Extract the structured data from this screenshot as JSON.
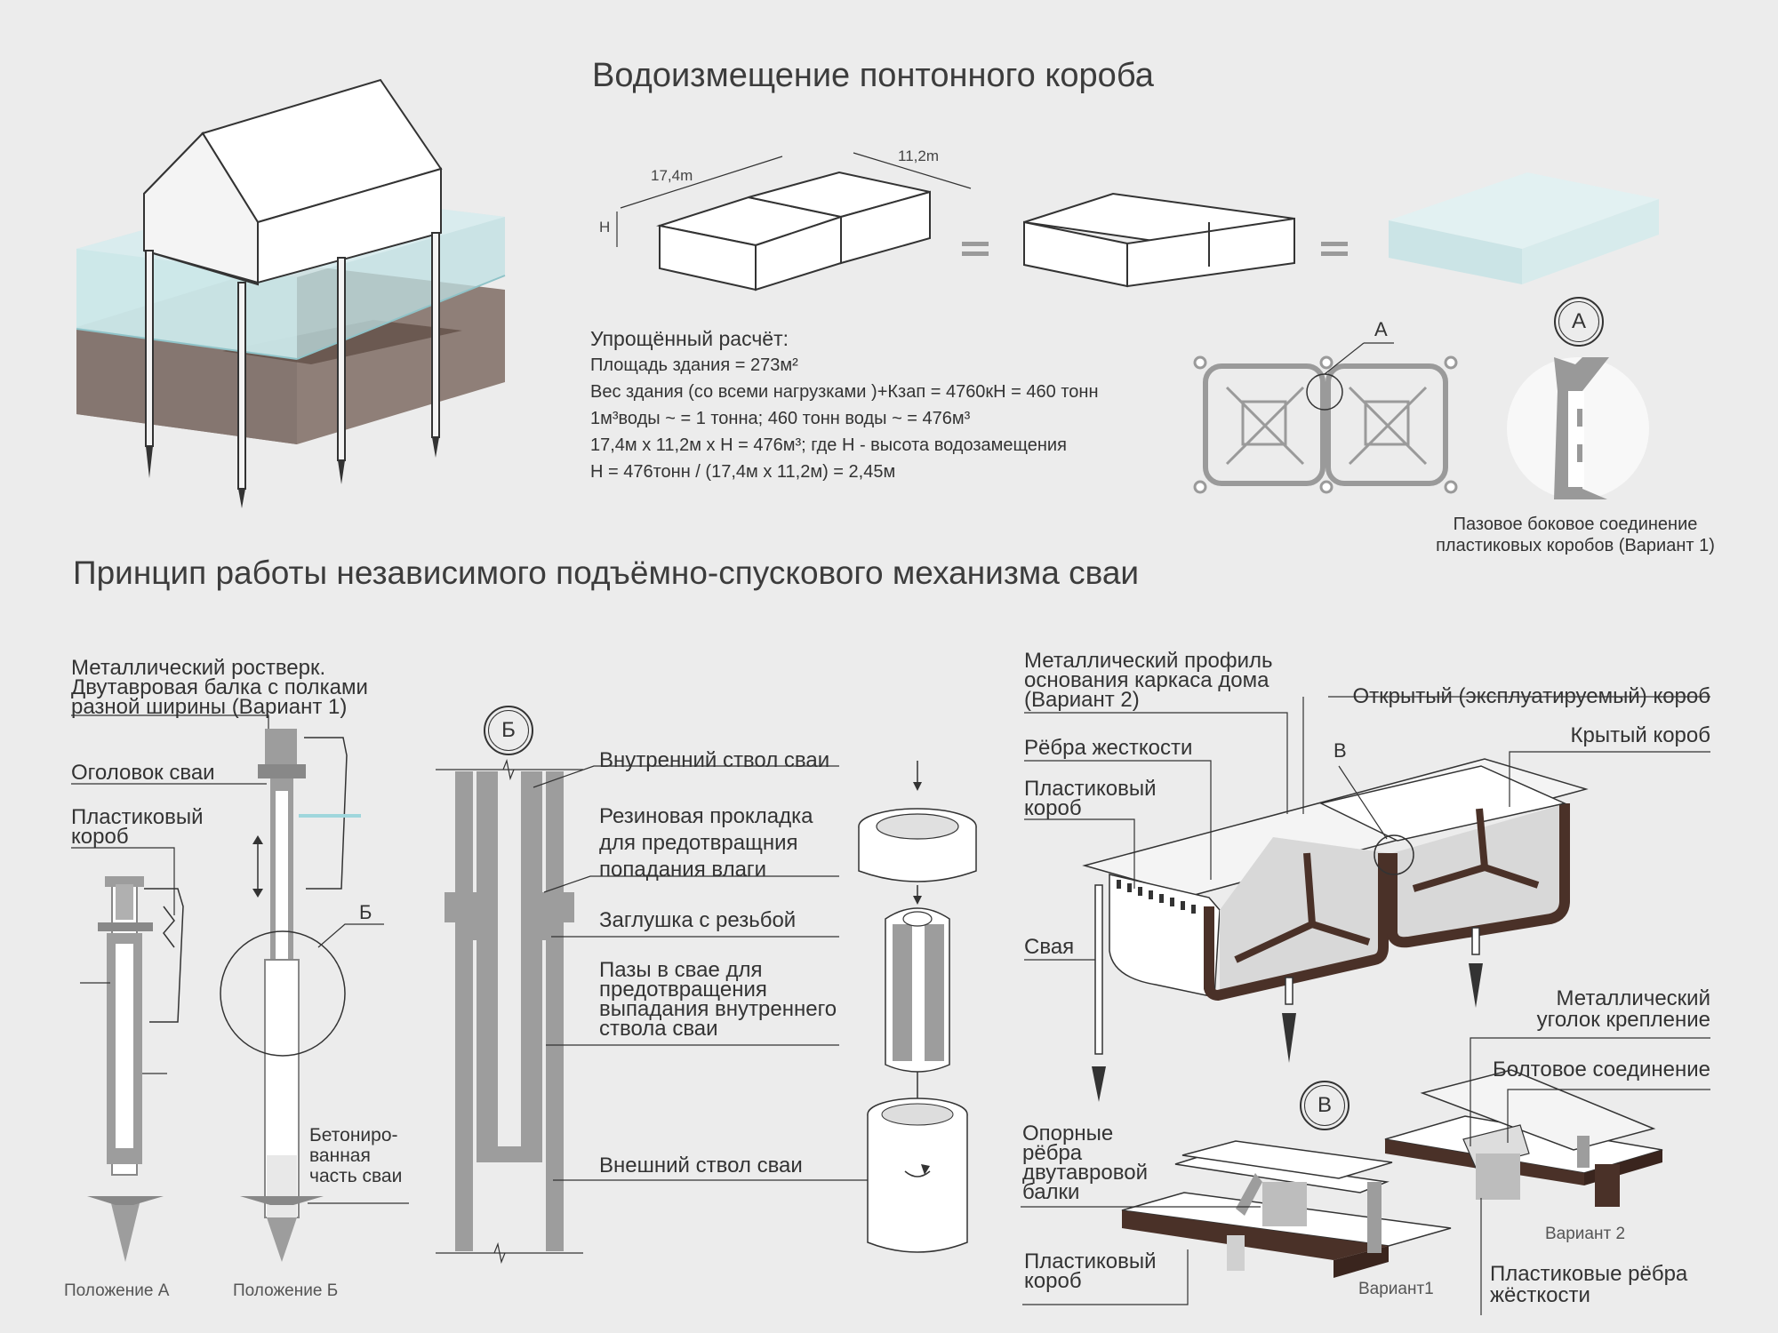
{
  "titles": {
    "displacement": "Водоизмещение понтонного короба",
    "principle": "Принцип работы независимого подъёмно-спускового механизма сваи"
  },
  "dimensions": {
    "length": "17,4m",
    "width": "11,2m",
    "height": "H"
  },
  "calc": {
    "title": "Упрощённый расчёт:",
    "lines": [
      "Площадь здания = 273м²",
      "Вес здания (со всеми нагрузками )+Кзап = 4760кН = 460 тонн",
      "1м³воды ~ = 1 тонна;  460 тонн воды ~ = 476м³",
      "17,4м  х  11,2м  х  Н = 476м³;  где Н - высота водозамещения",
      "Н = 476тонн / (17,4м  х  11,2м) = 2,45м"
    ]
  },
  "groove": {
    "callout": "А",
    "badge": "А",
    "caption_1": "Пазовое боковое соединение",
    "caption_2": "пластиковых коробов (Вариант 1)"
  },
  "left_section": {
    "grillage_1": "Металлический ростверк.",
    "grillage_2": "Двутавровая балка с полками",
    "grillage_3": "разной ширины (Вариант 1)",
    "pile_head": "Оголовок сваи",
    "plastic_box_1": "Пластиковый",
    "plastic_box_2": "короб",
    "callout_b": "Б",
    "concrete_1": "Бетониро-",
    "concrete_2": "ванная",
    "concrete_3": "часть сваи",
    "position_a": "Положение А",
    "position_b": "Положение Б"
  },
  "middle_section": {
    "badge": "Б",
    "inner": "Внутренний ствол сваи",
    "gasket_1": "Резиновая прокладка",
    "gasket_2": "для предотвращния",
    "gasket_3": "попадания влаги",
    "plug": "Заглушка с резьбой",
    "grooves_1": "Пазы в свае для",
    "grooves_2": "предотвращения",
    "grooves_3": "выпадания внутреннего",
    "grooves_4": "ствола сваи",
    "outer": "Внешний ствол сваи"
  },
  "right_section": {
    "profile_1": "Металлический профиль",
    "profile_2": "основания каркаса дома",
    "profile_3": "(Вариант 2)",
    "open_box": "Открытый (эксплуатируемый) короб",
    "ribs": "Рёбра жесткости",
    "callout_v": "В",
    "covered_box": "Крытый короб",
    "plastic_box_1": "Пластиковый",
    "plastic_box_2": "короб",
    "pile": "Свая",
    "angle_1": "Металлический",
    "angle_2": "уголок крепление",
    "bolt": "Болтовое соединение",
    "badge_v": "В",
    "support_1": "Опорные",
    "support_2": "рёбра",
    "support_3": "двутавровой",
    "support_4": "балки",
    "plastic_box_b1": "Пластиковый",
    "plastic_box_b2": "короб",
    "variant1": "Вариант1",
    "variant2": "Вариант 2",
    "plastic_ribs_1": "Пластиковые рёбра",
    "plastic_ribs_2": "жёсткости"
  },
  "colors": {
    "background": "#ececec",
    "water": "#cfe6e8",
    "soil": "#8f7f78",
    "dark_brown": "#4a3128",
    "grey_metal": "#9a9a9a",
    "line": "#3a3a3a"
  }
}
